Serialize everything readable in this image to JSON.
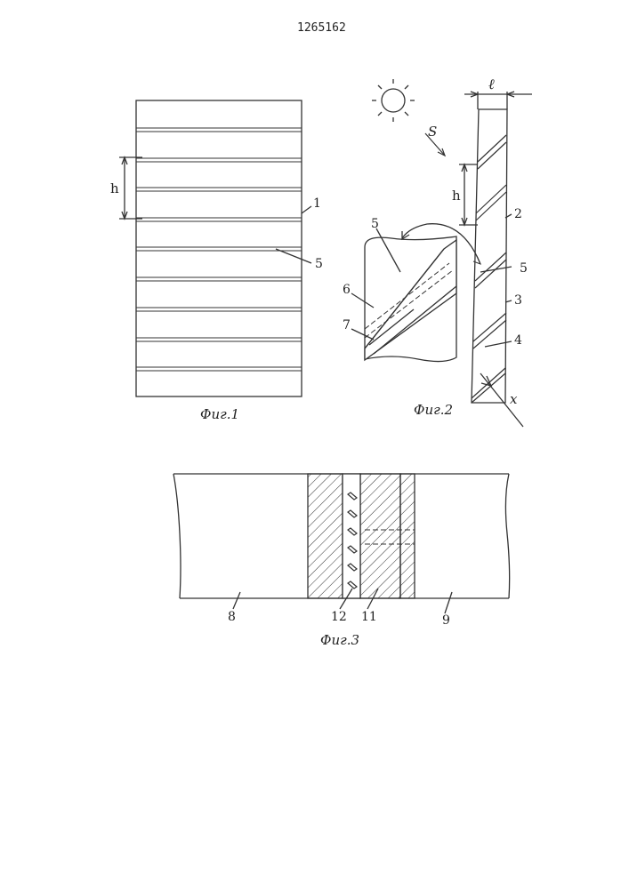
{
  "doc_number": "1265162",
  "fig1": {
    "caption": "Фиг.1",
    "labels": {
      "h": "h",
      "panel": "1",
      "groove": "5"
    }
  },
  "fig2": {
    "caption": "Фиг.2",
    "labels": {
      "width": "ℓ",
      "sun_dir": "S",
      "h": "h",
      "layer2": "2",
      "groove": "5",
      "layer3": "3",
      "layer4": "4",
      "x": "x",
      "detail5": "5",
      "detail6": "6",
      "detail7": "7"
    }
  },
  "fig3": {
    "caption": "Фиг.3",
    "labels": {
      "left": "8",
      "strip": "12",
      "insert": "11",
      "right": "9"
    }
  }
}
